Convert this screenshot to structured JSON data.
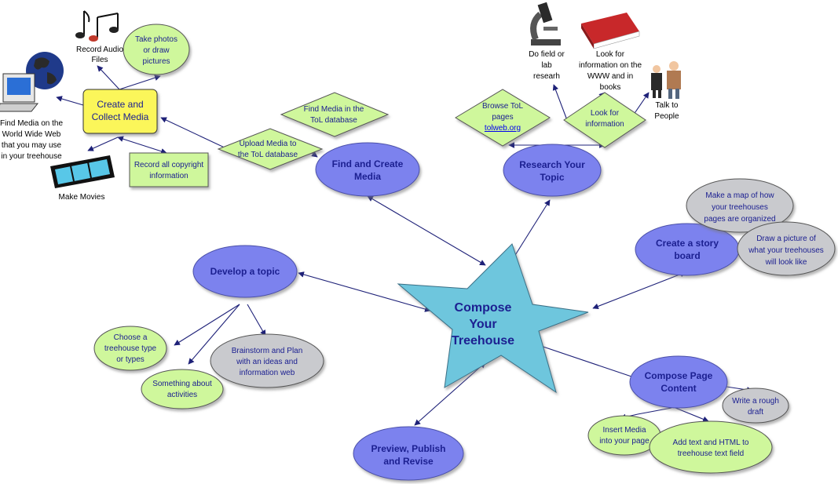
{
  "colors": {
    "main": "#7B82EE",
    "green": "#CFF79C",
    "gray": "#C9CACE",
    "yellow": "#FBF65A",
    "star": "#6EC6DD",
    "text_blue": "#1C2091",
    "edge": "#1E2178"
  },
  "center": {
    "lines": [
      "Compose",
      "Your",
      "Treehouse"
    ]
  },
  "main_topics": {
    "find_create": {
      "lines": [
        "Find and Create",
        "Media"
      ]
    },
    "research": {
      "lines": [
        "Research Your",
        "Topic"
      ]
    },
    "storyboard": {
      "lines": [
        "Create a story",
        "board"
      ]
    },
    "develop": {
      "lines": [
        "Develop a topic"
      ]
    },
    "compose": {
      "lines": [
        "Compose Page",
        "Content"
      ]
    },
    "preview": {
      "lines": [
        "Preview, Publish",
        "and Revise"
      ]
    }
  },
  "subtopics": {
    "create_collect": {
      "lines": [
        "Create and",
        "Collect Media"
      ]
    },
    "take_photos": {
      "lines": [
        "Take photos",
        "or draw",
        "pictures"
      ]
    },
    "record_copyright": {
      "lines": [
        "Record all copyright",
        "information"
      ]
    },
    "upload_media": {
      "lines": [
        "Upload Media to",
        "the ToL database"
      ]
    },
    "find_tol": {
      "lines": [
        "Find Media in the",
        "ToL database"
      ]
    },
    "browse_tol": {
      "lines": [
        "Browse ToL",
        "pages"
      ],
      "link": "tolweb.org"
    },
    "look_info": {
      "lines": [
        "Look for",
        "information"
      ]
    },
    "map_pages": {
      "lines": [
        "Make a map of how",
        "your treehouses",
        "pages are organized"
      ]
    },
    "draw_picture": {
      "lines": [
        "Draw a picture of",
        "what your treehouses",
        "will look like"
      ]
    },
    "choose_type": {
      "lines": [
        "Choose a",
        "treehouse type",
        "or types"
      ]
    },
    "something_about": {
      "lines": [
        "Something about",
        "activities"
      ]
    },
    "brainstorm": {
      "lines": [
        "Brainstorm and Plan",
        "with  an ideas and",
        "information web"
      ]
    },
    "rough_draft": {
      "lines": [
        "Write a rough",
        "draft"
      ]
    },
    "insert_media": {
      "lines": [
        "Insert Media",
        "into your page"
      ]
    },
    "add_text": {
      "lines": [
        "Add text and HTML to",
        "treehouse text field"
      ]
    }
  },
  "icon_labels": {
    "record_audio": {
      "lines": [
        "Record Audio",
        "Files"
      ]
    },
    "find_web": {
      "lines": [
        "Find Media on the",
        "World Wide Web",
        "that you may use",
        "in your treehouse"
      ]
    },
    "make_movies": {
      "lines": [
        "Make Movies"
      ]
    },
    "field_lab": {
      "lines": [
        "Do field or",
        "lab",
        "researh"
      ]
    },
    "look_www": {
      "lines": [
        "Look for",
        "information on the",
        "WWW and in",
        "books"
      ]
    },
    "talk_people": {
      "lines": [
        "Talk to",
        "People"
      ]
    }
  }
}
